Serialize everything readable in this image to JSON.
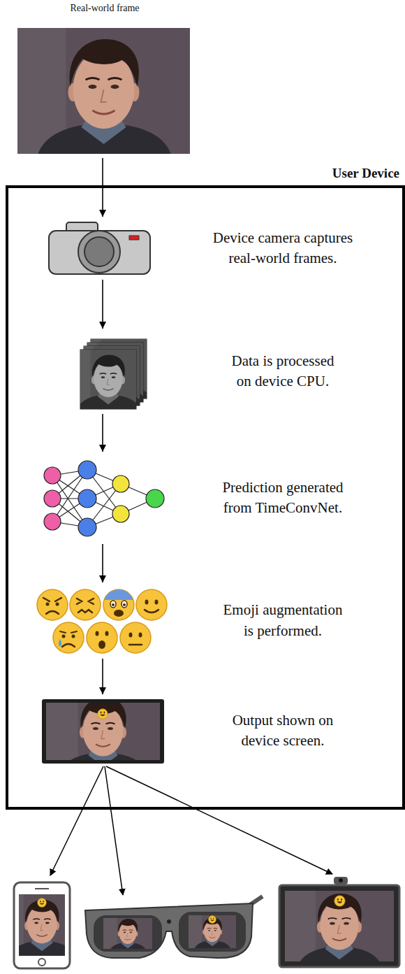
{
  "diagram": {
    "nodes": [
      {
        "text": [
          "Real-world frame"
        ]
      },
      {
        "text": [
          "User Device"
        ]
      },
      {
        "text": [
          "Device camera captures real-world frames."
        ],
        "in": 1
      },
      {
        "text": [
          "Data is processed on device CPU."
        ],
        "in": 1
      },
      {
        "text": [
          "Prediction generated from TimeConvNet."
        ],
        "in": 1
      },
      {
        "text": [
          "Emoji augmentation is performed."
        ],
        "in": 1
      },
      {
        "text": [
          "Output shown on device screen."
        ],
        "in": 1
      }
    ],
    "edges": [
      {
        "from": 0,
        "to": 2,
        "arrow": "to"
      },
      {
        "from": 2,
        "to": 3,
        "arrow": "to"
      },
      {
        "from": 3,
        "to": 4,
        "arrow": "to"
      },
      {
        "from": 4,
        "to": 5,
        "arrow": "to"
      },
      {
        "from": 5,
        "to": 6,
        "arrow": "to"
      }
    ]
  }
}
